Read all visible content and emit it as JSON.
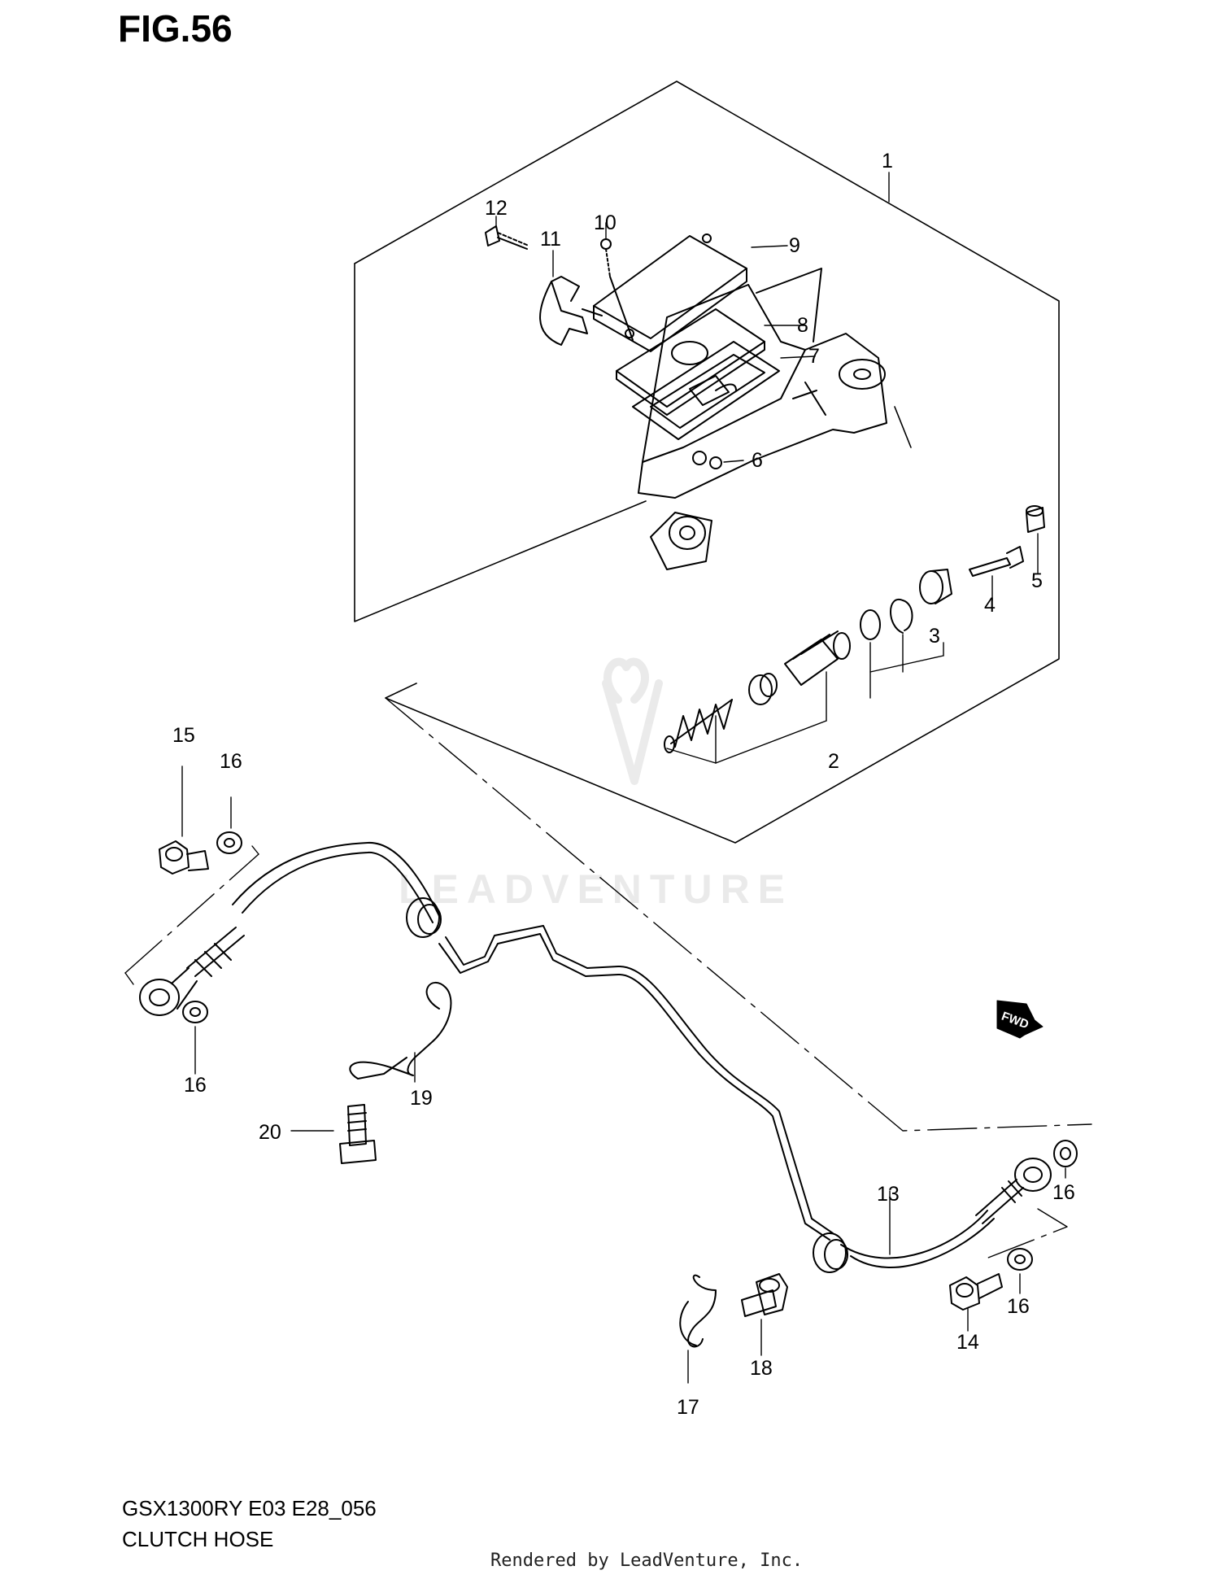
{
  "header": {
    "figure_title": "FIG.56"
  },
  "footer": {
    "model_code": "GSX1300RY E03 E28_056",
    "caption": "CLUTCH HOSE",
    "render_credit": "Rendered by LeadVenture, Inc."
  },
  "watermark": {
    "text": "LEADVENTURE"
  },
  "fwd_badge": {
    "text": "FWD"
  },
  "callouts": [
    {
      "id": "1",
      "text": "1"
    },
    {
      "id": "2",
      "text": "2"
    },
    {
      "id": "3",
      "text": "3"
    },
    {
      "id": "4",
      "text": "4"
    },
    {
      "id": "5",
      "text": "5"
    },
    {
      "id": "6",
      "text": "6"
    },
    {
      "id": "7",
      "text": "7"
    },
    {
      "id": "8",
      "text": "8"
    },
    {
      "id": "9",
      "text": "9"
    },
    {
      "id": "10",
      "text": "10"
    },
    {
      "id": "11",
      "text": "11"
    },
    {
      "id": "12",
      "text": "12"
    },
    {
      "id": "13",
      "text": "13"
    },
    {
      "id": "14",
      "text": "14"
    },
    {
      "id": "15",
      "text": "15"
    },
    {
      "id": "16a",
      "text": "16"
    },
    {
      "id": "16b",
      "text": "16"
    },
    {
      "id": "16c",
      "text": "16"
    },
    {
      "id": "16d",
      "text": "16"
    },
    {
      "id": "17",
      "text": "17"
    },
    {
      "id": "18",
      "text": "18"
    },
    {
      "id": "19",
      "text": "19"
    },
    {
      "id": "20",
      "text": "20"
    }
  ]
}
